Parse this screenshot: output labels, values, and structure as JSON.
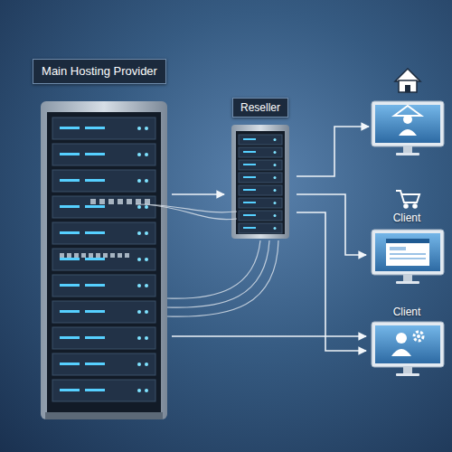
{
  "diagram": {
    "nodes": [
      {
        "text": [
          "Main Hosting Provider"
        ]
      },
      {
        "text": [
          "Reseller"
        ]
      },
      {
        "text": []
      },
      {
        "text": [
          "Client"
        ]
      },
      {
        "text": [
          "Client"
        ]
      }
    ],
    "edges": [
      {
        "from": 0,
        "to": 1,
        "arrow": "to"
      },
      {
        "from": 1,
        "to": 2,
        "arrow": "to"
      },
      {
        "from": 1,
        "to": 3,
        "arrow": "to"
      },
      {
        "from": 1,
        "to": 4,
        "arrow": "to"
      },
      {
        "from": 0,
        "to": 4,
        "arrow": "to"
      }
    ]
  }
}
